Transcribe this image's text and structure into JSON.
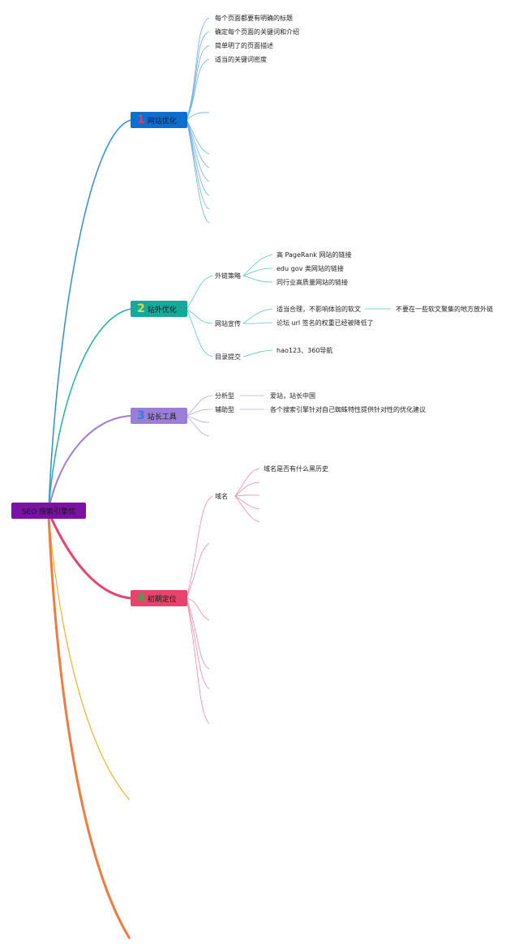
{
  "root": {
    "label": "SEO 搜索引擎优",
    "color": "#7a12a3"
  },
  "branches": [
    {
      "num": "1",
      "label": "网站优化",
      "color": "#0c6ecf",
      "num_color": "#e23b5c",
      "line_color": "#4a9fd8",
      "items": [
        "每个页面都要有明确的标题",
        "确定每个页面的关键词和介绍",
        "简单明了的页面描述",
        "适当的关键词密度"
      ]
    },
    {
      "num": "2",
      "label": "站外优化",
      "color": "#14a99a",
      "num_color": "#e8d24a",
      "line_color": "#3cbfae",
      "groups": [
        {
          "label": "外链策略",
          "items": [
            "高 PageRank 网站的链接",
            "edu gov 类网站的链接",
            "同行业高质量网站的链接"
          ]
        },
        {
          "label": "网站宣传",
          "items": [
            "适当合理，不影响体验的软文",
            "论坛 url 签名的权重已经被降低了"
          ],
          "extra": "不要在一些软文聚集的地方放外链"
        },
        {
          "label": "目录提交",
          "items": [
            "hao123、360导航"
          ]
        }
      ]
    },
    {
      "num": "3",
      "label": "站长工具",
      "color": "#9b7fd6",
      "num_color": "#2f7fe0",
      "line_color": "#a88fde",
      "groups": [
        {
          "label": "分析型",
          "items": [
            "爱站，站长中国"
          ]
        },
        {
          "label": "辅助型",
          "items": [
            "各个搜索引擎针对自己蜘蛛特性提供针对性的优化建议"
          ]
        }
      ]
    },
    {
      "num": "4",
      "label": "初期定位",
      "color": "#e8436a",
      "num_color": "#3aa84a",
      "line_color": "#ea7592",
      "groups": [
        {
          "label": "域名",
          "items": [
            "域名是否有什么黑历史"
          ]
        }
      ]
    }
  ],
  "extra_branch_colors": [
    "#e6b42a",
    "#f07b3f"
  ]
}
